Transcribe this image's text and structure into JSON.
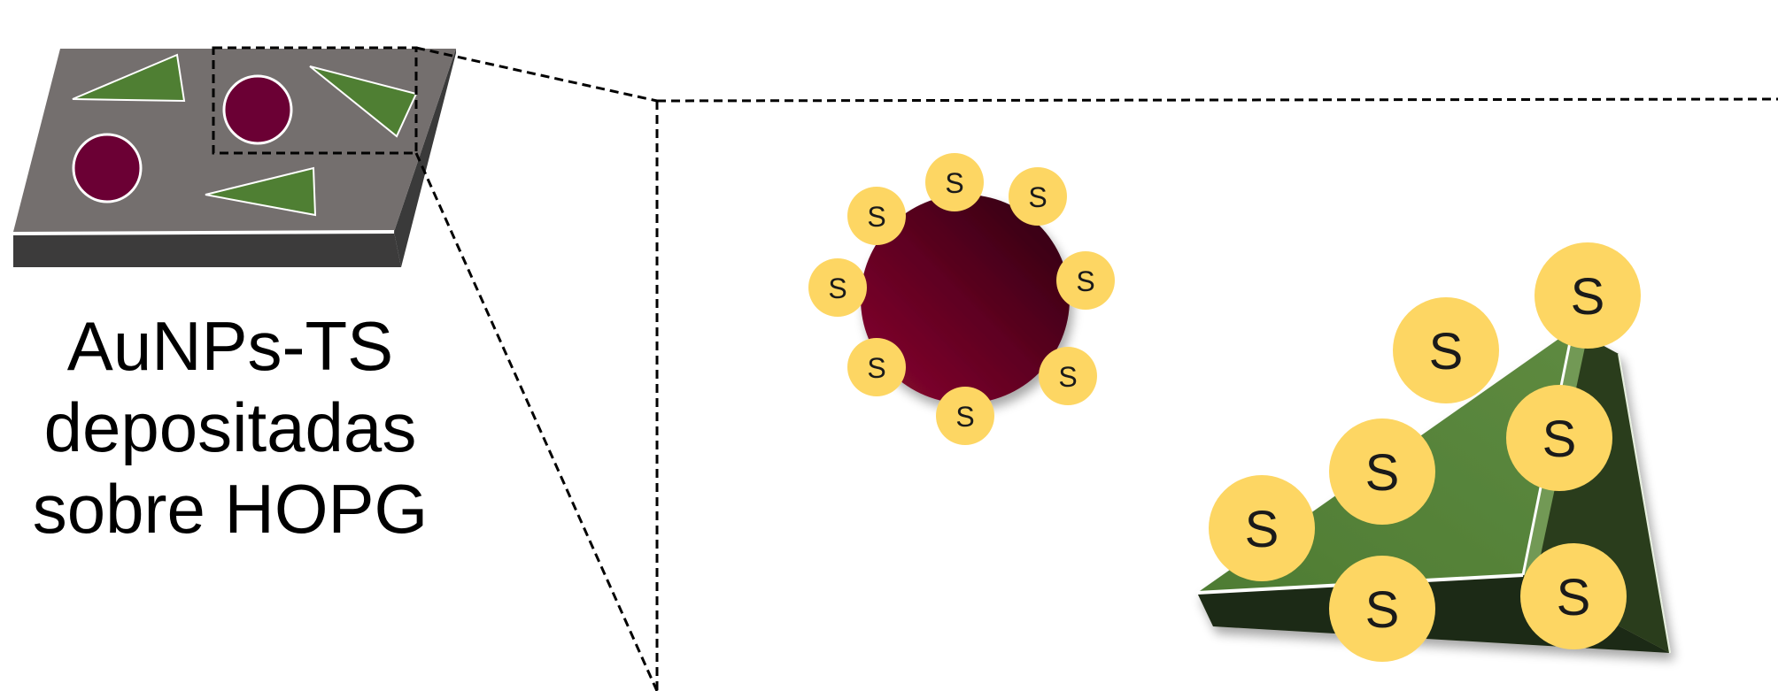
{
  "caption": {
    "line1": "AuNPs-TS",
    "line2": "depositadas",
    "line3": "sobre HOPG"
  },
  "ligand_label": "S",
  "colors": {
    "substrate_top": "#746f6e",
    "substrate_side": "#3a3a3a",
    "nanoparticle": "#6b0034",
    "triangle": "#4f7f33",
    "thiol": "#fdd663",
    "dashed_line": "#000000"
  },
  "icons": [
    "hopg-substrate",
    "gold-nanosphere",
    "gold-nanotriangle",
    "thiol-ligand"
  ]
}
